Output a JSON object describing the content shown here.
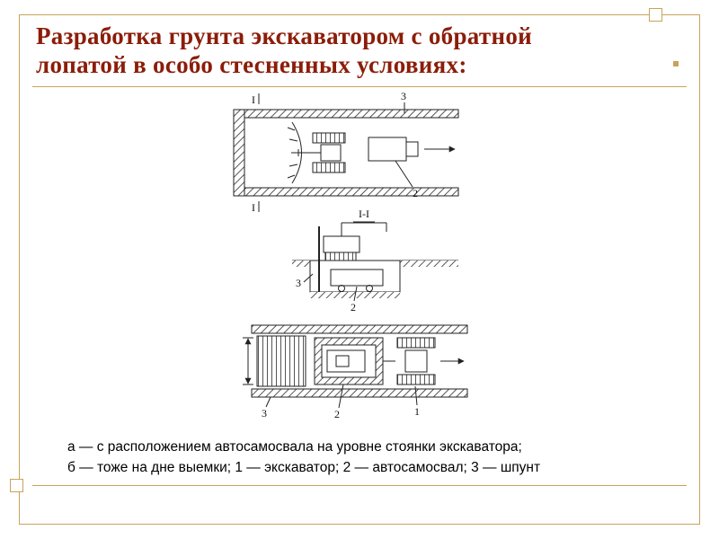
{
  "slide": {
    "title_line1": "Разработка грунта экскаватором с обратной",
    "title_line2": "лопатой в особо стесненных условиях:",
    "caption_line1": "а — с расположением автосамосвала на уровне стоянки экскаватора;",
    "caption_line2": "б — тоже на дне выемки; 1 — экскаватор; 2 — автосамосвал; 3 — шпунт"
  },
  "diagram": {
    "plan_a": {
      "section_mark": "I",
      "label_sheet_piling": "3",
      "label_truck": "2"
    },
    "section": {
      "title": "I-I",
      "label_sheet_piling": "3",
      "label_truck": "2"
    },
    "plan_b": {
      "label_sheet_piling": "3",
      "label_truck": "2",
      "label_excavator": "1"
    }
  },
  "colors": {
    "frame": "#C9A35B",
    "title_color": "#8B1D09",
    "ink": "#1a1a1a"
  }
}
